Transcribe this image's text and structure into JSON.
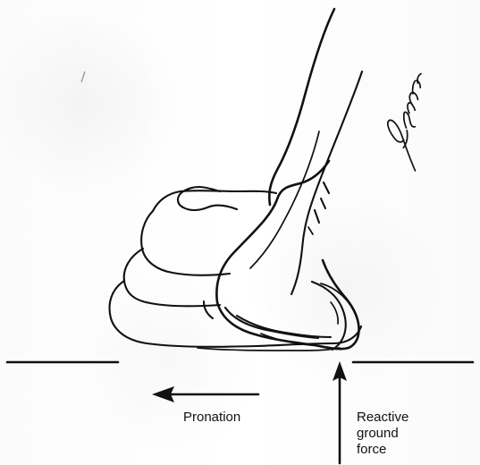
{
  "labels": {
    "pronation": "Pronation",
    "reactive_line1": "Reactive",
    "reactive_line2": "ground",
    "reactive_line3": "force"
  },
  "signature": {
    "text": "P. Gambogiorgio"
  },
  "colors": {
    "ink": "#111111",
    "background": "#ffffff"
  },
  "icons": {
    "pronation_arrow": "arrow-left-icon",
    "force_arrow": "arrow-up-icon"
  }
}
